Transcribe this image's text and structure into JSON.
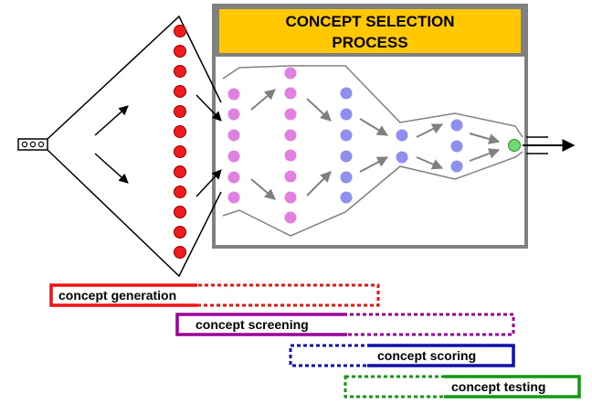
{
  "title_lines": [
    "CONCEPT SELECTION",
    "PROCESS"
  ],
  "colors": {
    "title_bg": "#FFC800",
    "frame": "#808080",
    "funnel_line": "#808080",
    "arrow": "#808080",
    "red_dot": "#EE1C1C",
    "purple_dot": "#E080E0",
    "blue_dot": "#8F8FF0",
    "green_dot": "#70D870",
    "generation": "#EE1111",
    "screening": "#990099",
    "scoring": "#1111AA",
    "testing": "#119911"
  },
  "stages": [
    {
      "id": "generation",
      "label": "concept generation"
    },
    {
      "id": "screening",
      "label": "concept screening"
    },
    {
      "id": "scoring",
      "label": "concept scoring"
    },
    {
      "id": "testing",
      "label": "concept testing"
    }
  ]
}
